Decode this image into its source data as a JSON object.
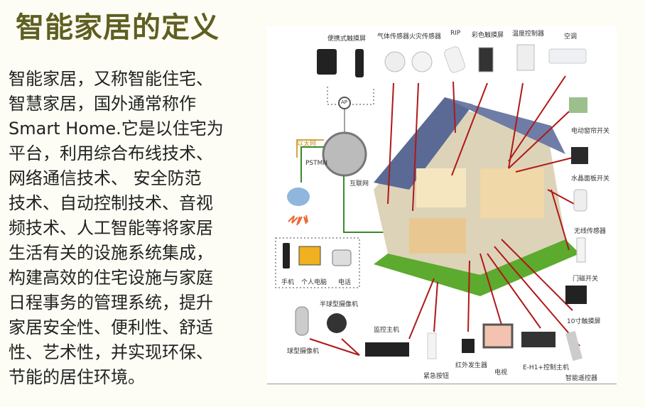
{
  "title": "智能家居的定义",
  "body_lines": [
    "智能家居，又称智能住宅、",
    "智慧家居，国外通常称作",
    "Smart  Home.它是以住宅为",
    "平台，利用综合布线技术、",
    "网络通信技术、  安全防范",
    "技术、自动控制技术、音视",
    "频技术、人工智能等将家居",
    "生活有关的设施系统集成，",
    "构建高效的住宅设施与家庭",
    "日程事务的管理系统，提升",
    "家居安全性、便利性、舒适",
    "性、艺术性，并实现环保、",
    "节能的居住环境。"
  ],
  "diagram": {
    "top": [
      "便携式触摸屏",
      "气体传感器",
      "火灾传感器",
      "RIP",
      "彩色触摸屏",
      "温度控制器",
      "空调"
    ],
    "ap": "AP",
    "network": [
      "以太网",
      "PSTMN",
      "互联网"
    ],
    "terminals": [
      "手机",
      "个人电脑",
      "电话"
    ],
    "cameras": [
      "半球型摄像机",
      "球型摄像机",
      "监控主机"
    ],
    "bottom": [
      "紧急按钮",
      "红外发生器",
      "电视",
      "E-H1+控制主机",
      "智能遥控器"
    ],
    "right": [
      "电动窗帘开关",
      "水晶面板开关",
      "无线传感器",
      "门磁开关",
      "10寸触摸屏"
    ]
  },
  "colors": {
    "title": "#5f5f22",
    "line": "#b01818",
    "ethernet": "#d4a93a",
    "pstn": "#3a8a2a"
  }
}
